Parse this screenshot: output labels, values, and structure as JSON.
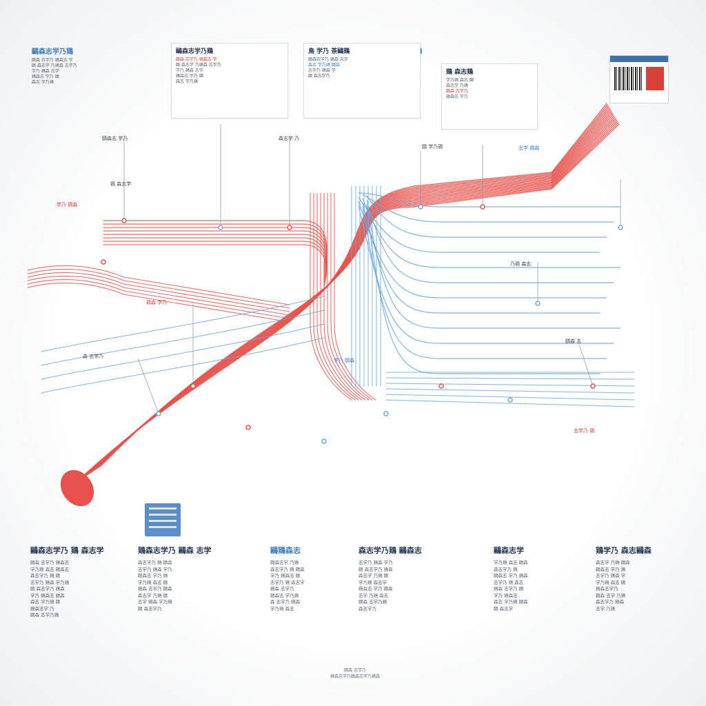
{
  "title": "鷗森志学乃鶏",
  "colors": {
    "red": "#e8524c",
    "blue": "#6aa8da",
    "ink": "#2b3a55"
  },
  "top_panels": [
    {
      "title": "鷗森志学乃鶏",
      "lines": [
        "鷗森 志学乃 鶏森志 学",
        "鷗 森志学 乃鶏森 志学乃",
        "学乃 鶏森 志学",
        "鶏森志 学乃 鷗",
        "森志 学乃鶏"
      ]
    },
    {
      "title": "鳥 学乃 茶鷗鶏",
      "lines": [
        "鷗森志学乃 鶏森 志学",
        "森志 学乃鶏 鷗森",
        "志学乃 鶏森 学",
        "鷗 森志学乃"
      ]
    },
    {
      "title": "鶏 森志鶏",
      "lines": [
        "学乃鶏 森志 鷗",
        "森志学 乃鶏",
        "鷗森 志学乃",
        "鶏森志 学乃"
      ]
    }
  ],
  "map_labels": [
    "鷗森志 学乃",
    "鶏 森志学",
    "学乃 鶏森",
    "森志学 乃",
    "鷗 学乃鶏",
    "志学 鶏森",
    "乃鶏 森志",
    "鶏森 学乃",
    "森 志学乃",
    "鷗森 志",
    "学乃 鷗森",
    "志学乃 鶏"
  ],
  "sections": [
    {
      "title": "鷗森志学乃 鶏 森志学",
      "lines": [
        "鷗森 志学乃 鶏森志",
        "学乃鶏 森志 鷗森志",
        "森志学乃 鶏 鷗",
        "志学乃 鶏森 学乃鶏",
        "鷗 森志学乃 鶏森",
        "学乃 鶏森志 鷗森",
        "森志 学乃鶏 鷗",
        "鶏森志学 乃",
        "鷗森 志学乃鶏"
      ]
    },
    {
      "title": "鶏森志学乃 鷗森 志学",
      "lines": [
        "森志学乃 鶏 鷗森",
        "志学乃 鶏森 学乃",
        "鷗森志 学乃 鶏",
        "学乃鶏 森志 鷗",
        "鶏森 志学乃 鷗森",
        "森志学 乃鶏 鷗",
        "志学 鶏森 学乃鶏",
        "鷗 森志学乃"
      ]
    },
    {
      "title": "鷗鶏森志",
      "lines": [
        "鷗森志学 乃鶏",
        "森志学乃 鶏 鷗森",
        "学乃 鶏森志 鷗",
        "志学乃 鶏 森志学",
        "鶏森 志学乃",
        "鷗森志 学乃鶏",
        "森 志学乃 鶏森",
        "学乃鶏 森志"
      ]
    },
    {
      "title": "森志学乃鶏 鷗森志",
      "lines": [
        "志学乃 鶏森 学乃",
        "鷗 森志学乃 鶏森",
        "森志学 乃鶏 鷗",
        "学乃鶏 森志学",
        "鶏森志 学乃 鷗森",
        "志学 乃鶏 森志",
        "鷗森 志学乃鶏",
        "森志学乃"
      ]
    },
    {
      "title": "鷗森志学",
      "lines": [
        "学乃鶏 森志 鷗森",
        "森志学乃 鶏",
        "鷗森志 学乃 鶏森",
        "志学乃 鶏 森志",
        "鶏森 志学乃 鷗",
        "学乃 鶏森志",
        "森志 学乃鶏 鷗森",
        "鷗 森志学"
      ]
    },
    {
      "title": "鶏学乃 森志鷗森",
      "lines": [
        "森志学 乃鶏 鷗森",
        "鷗森志 学乃 鶏",
        "志学乃 鶏森 学",
        "学乃鶏 森志 鷗",
        "鶏森志学乃",
        "鷗森 志学 乃鶏",
        "森志学乃 鶏森",
        "志学 乃鶏"
      ]
    }
  ],
  "footer": [
    "鷗森 志学乃",
    "鶏森志学乃鷗森志学乃鶏森"
  ]
}
